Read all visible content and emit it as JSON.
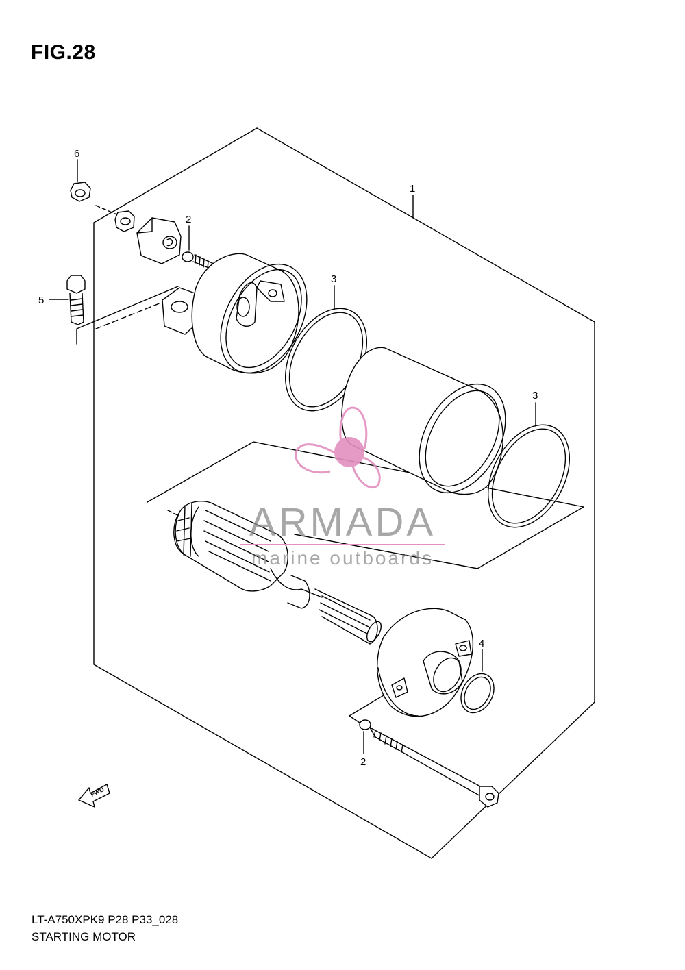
{
  "figure": {
    "title": "FIG.28",
    "code": "LT-A750XPK9 P28 P33_028",
    "name": "STARTING MOTOR"
  },
  "callouts": {
    "c1": "1",
    "c2a": "2",
    "c2b": "2",
    "c3a": "3",
    "c3b": "3",
    "c4": "4",
    "c5": "5",
    "c6": "6"
  },
  "fwd_label": "FWD",
  "watermark": {
    "name": "ARMADA",
    "tagline": "marine outboards",
    "accent_color": "#e38fbf"
  }
}
